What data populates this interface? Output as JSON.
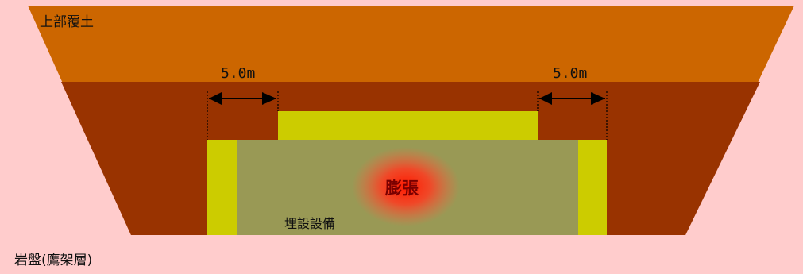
{
  "labels": {
    "overburden": "上部覆土",
    "bedrock": "岩盤(鷹架層)",
    "facility": "埋設設備",
    "expansion": "膨張",
    "clearance_left": "5.0m",
    "clearance_right": "5.0m"
  },
  "colors": {
    "bedrock": "#ffcccc",
    "overburden": "#cc6600",
    "inner_fill": "#993300",
    "bentonite": "#cccc00",
    "facility": "#999955",
    "expansion_core": "#ff2200"
  }
}
